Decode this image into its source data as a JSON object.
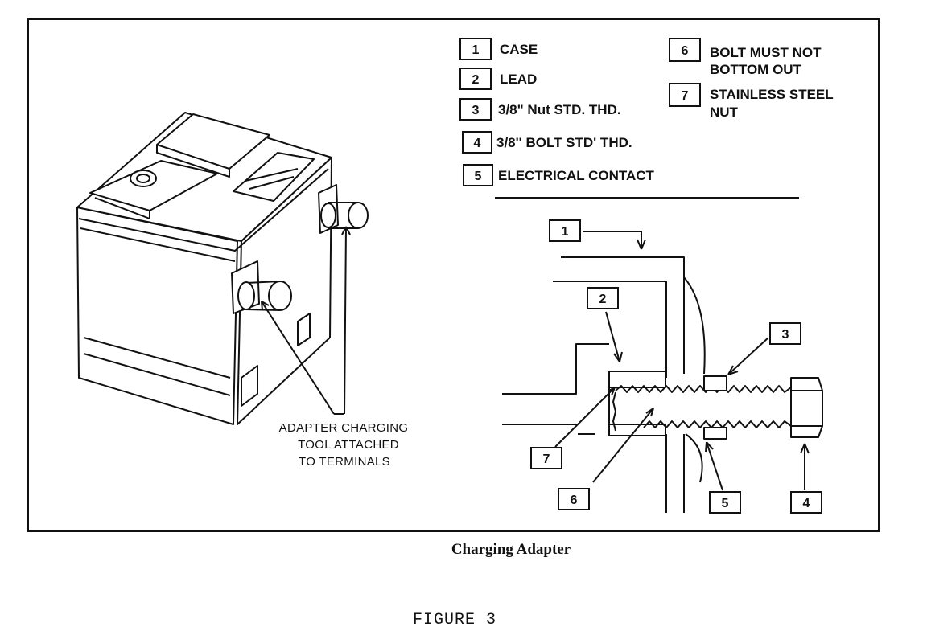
{
  "legend": {
    "items": [
      {
        "num": "1",
        "label": "CASE"
      },
      {
        "num": "2",
        "label": "LEAD"
      },
      {
        "num": "3",
        "label": "3/8\" Nut STD. THD."
      },
      {
        "num": "4",
        "label": "3/8'' BOLT STD' THD."
      },
      {
        "num": "5",
        "label": "ELECTRICAL CONTACT"
      },
      {
        "num": "6",
        "label_line1": "BOLT MUST NOT",
        "label_line2": "BOTTOM OUT"
      },
      {
        "num": "7",
        "label_line1": "STAINLESS STEEL",
        "label_line2": "NUT"
      }
    ]
  },
  "battery_note": {
    "line1": "ADAPTER CHARGING",
    "line2": "TOOL ATTACHED",
    "line3": "TO TERMINALS"
  },
  "callouts": [
    "1",
    "2",
    "3",
    "4",
    "5",
    "6",
    "7"
  ],
  "caption": "Charging Adapter",
  "figure_label": "FIGURE 3"
}
